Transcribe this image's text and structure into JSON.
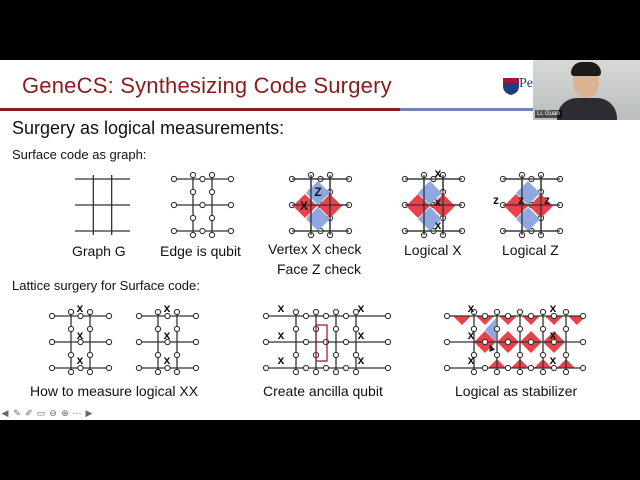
{
  "slide": {
    "title": "GeneCS: Synthesizing Code Surgery",
    "logo_text": "Pe",
    "heading": "Surgery as logical measurements:",
    "section1": "Surface code as graph:",
    "section2": "Lattice surgery for Surface code:",
    "captions": {
      "graph_g": "Graph G",
      "edge_is_qubit": "Edge is qubit",
      "vertex_x_check": "Vertex X check",
      "face_z_check": "Face Z check",
      "logical_x": "Logical X",
      "logical_z": "Logical Z",
      "measure_xx": "How to measure logical XX",
      "create_ancilla": "Create ancilla qubit",
      "logical_stabilizer": "Logical as stabilizer"
    },
    "op_labels": {
      "x": "x",
      "z": "z",
      "upper_z": "Z",
      "upper_x": "X"
    }
  },
  "video": {
    "name": "Li, Guan"
  },
  "toolbar_icons": [
    "arrow-left-icon",
    "pen-icon",
    "highlighter-icon",
    "presentation-icon",
    "zoom-out-icon",
    "zoom-in-icon",
    "menu-icon",
    "arrow-right-icon"
  ],
  "colors": {
    "title": "#8a1c1c",
    "z_check": "#e8434a",
    "x_check": "#8fa8e0",
    "accent_rule": "#6f86b3"
  }
}
